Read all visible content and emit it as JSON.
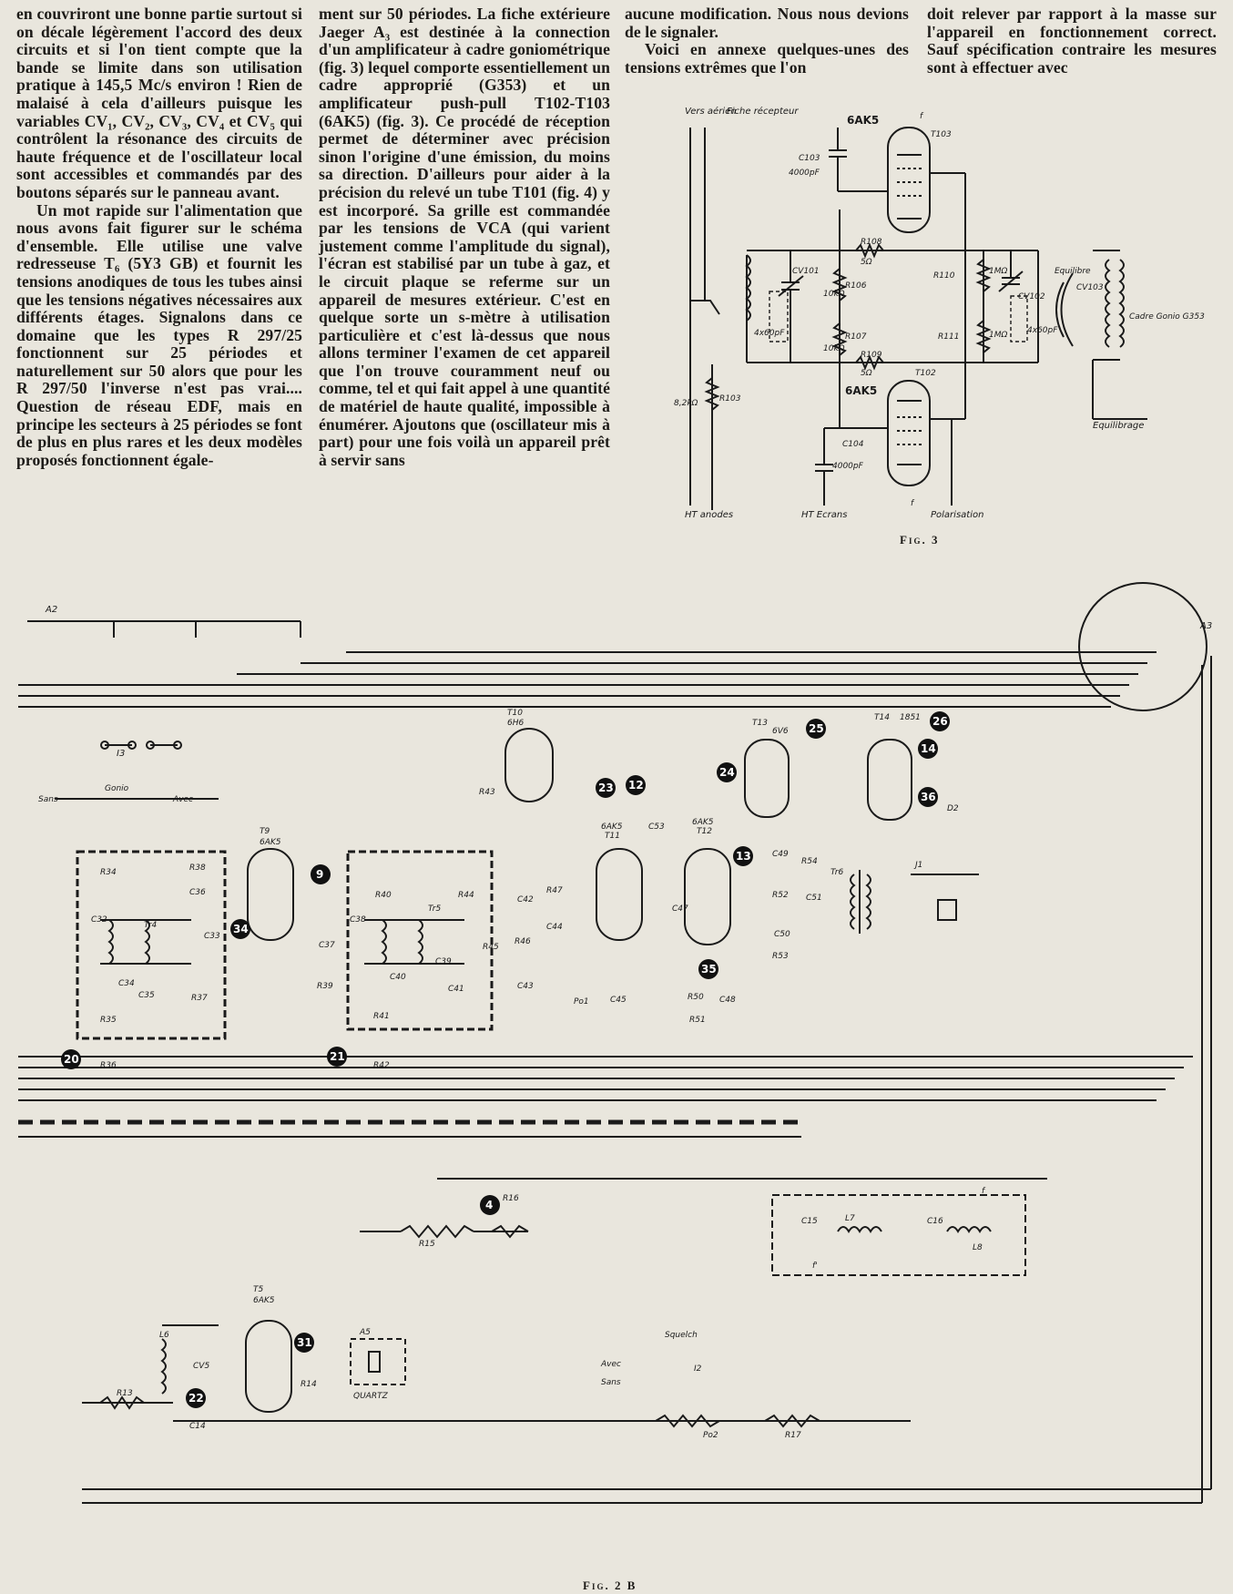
{
  "columns": {
    "col1": [
      "en couvriront une bonne partie surtout si on décale légèrement l'accord des deux circuits et si l'on tient compte que la bande se limite dans son utilisation pratique à 145,5 Mc/s environ ! Rien de malaisé à cela d'ailleurs puisque les variables CV₁, CV₂, CV₃, CV₄ et CV₅ qui contrôlent la résonance des circuits de haute fréquence et de l'oscillateur local sont accessibles et commandés par des boutons séparés sur le panneau avant.",
      "Un mot rapide sur l'alimentation que nous avons fait figurer sur le schéma d'ensemble. Elle utilise une valve redresseuse T₆ (5Y3 GB) et fournit les tensions anodiques de tous les tubes ainsi que les tensions négatives nécessaires aux différents étages. Signalons dans ce domaine que les types R 297/25 fonctionnent sur 25 périodes et naturellement sur 50 alors que pour les R 297/50 l'inverse n'est pas vrai.... Question de réseau EDF, mais en principe les secteurs à 25 périodes se font de plus en plus rares et les deux modèles proposés fonctionnent égale-"
    ],
    "col2": [
      "ment sur 50 périodes. La fiche extérieure Jaeger A₃ est destinée à la connection d'un amplificateur à cadre goniométrique (fig. 3) lequel comporte essentiellement un cadre approprié (G353) et un amplificateur push-pull T102-T103 (6AK5) (fig. 3). Ce procédé de réception permet de déterminer avec précision sinon l'origine d'une émission, du moins sa direction. D'ailleurs pour aider à la précision du relevé un tube T101 (fig. 4) y est incorporé. Sa grille est commandée par les tensions de VCA (qui varient justement comme l'amplitude du signal), l'écran est stabilisé par un tube à gaz, et le circuit plaque se referme sur un appareil de mesures extérieur. C'est en quelque sorte un s-mètre à utilisation particulière et c'est là-dessus que nous allons terminer l'examen de cet appareil que l'on trouve couramment neuf ou comme, tel et qui fait appel à une quantité de matériel de haute qualité, impossible à énumérer. Ajoutons que (oscillateur mis à part) pour une fois voilà un appareil prêt à servir sans"
    ],
    "col3": [
      "aucune modification. Nous nous devions de le signaler.",
      "Voici en annexe quelques-unes des tensions extrêmes que l'on"
    ],
    "col4": [
      "doit relever par rapport à la masse sur l'appareil en fonctionnement correct. Sauf spécification contraire les mesures sont à effectuer avec"
    ]
  },
  "fig3": {
    "caption": "Fig. 3",
    "labels": {
      "vers_aerien": "Vers aérien",
      "fiche_recepteur": "Fiche récepteur",
      "tube_top": "6AK5",
      "tube_top_ref": "T103",
      "tube_bottom": "6AK5",
      "tube_bottom_ref": "T102",
      "c103": "C103",
      "c103_val": "4000pF",
      "c104": "C104",
      "c104_val": "4000pF",
      "r108": "R108",
      "r108_val": "5Ω",
      "r109": "R109",
      "r109_val": "5Ω",
      "r106": "R106",
      "r106_val": "10kΩ",
      "r107": "R107",
      "r107_val": "10kΩ",
      "r103": "R103",
      "r103_val": "8,2kΩ",
      "r110": "R110",
      "r111": "R111",
      "r110_val": "1MΩ",
      "r111_val": "1MΩ",
      "cv101": "CV101",
      "cv102": "CV102",
      "cv103": "CV103",
      "c_left": "4x60pF",
      "c_right": "4x60pF",
      "equilibre": "Equilibre",
      "cadre": "Cadre Gonio G353",
      "equilibrage": "Equilibrage",
      "ht_anodes": "HT anodes",
      "ht_ecrans": "HT Ecrans",
      "polarisation": "Polarisation",
      "f": "f"
    }
  },
  "main_schematic": {
    "caption": "Fig. 2 B",
    "labels": {
      "a2": "A2",
      "a3": "A3",
      "a5": "A5",
      "quartz": "QUARTZ",
      "i3": "I3",
      "gonio": "Gonio",
      "sans": "Sans",
      "avec": "Avec",
      "squelch": "Squelch",
      "avec2": "Avec",
      "sans2": "Sans",
      "i2": "I2",
      "t10": "T10",
      "t10_type": "6H6",
      "t9": "T9",
      "t9_type": "6AK5",
      "t11": "T11",
      "t11_type": "6AK5",
      "t12": "T12",
      "t12_type": "6AK5",
      "t13": "T13",
      "t13_type": "6V6",
      "t14": "T14",
      "t14_type": "1851",
      "t5": "T5",
      "t5_type": "6AK5",
      "tr4": "Tr4",
      "tr5": "Tr5",
      "tr6": "Tr6",
      "j1": "J1",
      "d2": "D2",
      "po1": "Po1",
      "po2": "Po2",
      "l7": "L7",
      "l8": "L8",
      "l6": "L6",
      "cv5": "CV5",
      "c15": "C15",
      "c16": "C16",
      "c14": "C14",
      "r13": "R13",
      "r14": "R14",
      "r15": "R15",
      "r16": "R16",
      "r17": "R17",
      "r34": "R34",
      "r35": "R35",
      "r36": "R36",
      "r37": "R37",
      "r38": "R38",
      "r39": "R39",
      "r40": "R40",
      "r41": "R41",
      "r42": "R42",
      "r43": "R43",
      "r44": "R44",
      "r45": "R45",
      "r46": "R46",
      "r47": "R47",
      "r50": "R50",
      "r51": "R51",
      "r52": "R52",
      "r53": "R53",
      "r54": "R54",
      "c32": "C32",
      "c33": "C33",
      "c34": "C34",
      "c35": "C35",
      "c36": "C36",
      "c37": "C37",
      "c38": "C38",
      "c39": "C39",
      "c40": "C40",
      "c41": "C41",
      "c42": "C42",
      "c43": "C43",
      "c44": "C44",
      "c45": "C45",
      "c47": "C47",
      "c48": "C48",
      "c49": "C49",
      "c50": "C50",
      "c51": "C51",
      "c53": "C53",
      "f": "f",
      "f_prime": "f'"
    },
    "markers": [
      "4",
      "9",
      "12",
      "13",
      "14",
      "20",
      "21",
      "22",
      "23",
      "24",
      "25",
      "26",
      "31",
      "34",
      "35",
      "36"
    ]
  }
}
